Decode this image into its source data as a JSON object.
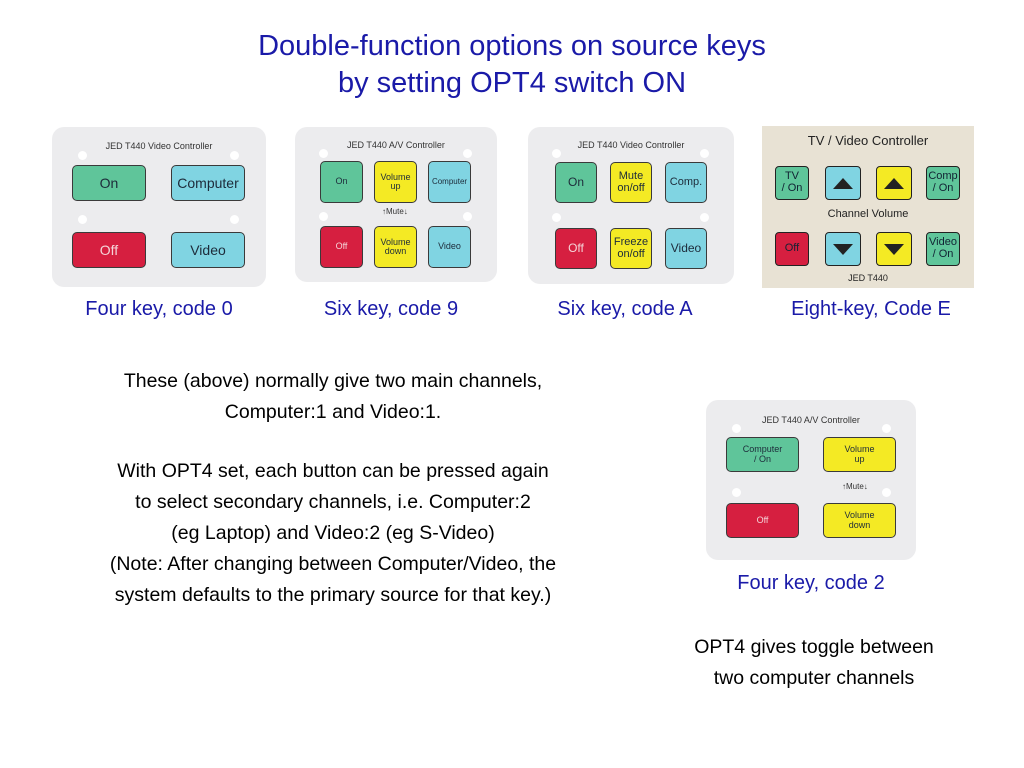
{
  "title": {
    "line1": "Double-function options on source keys",
    "line2": "by setting OPT4 switch ON"
  },
  "panels": {
    "p1": {
      "title": "JED T440 Video Controller",
      "keys": {
        "on": "On",
        "computer": "Computer",
        "off": "Off",
        "video": "Video"
      },
      "caption": "Four key, code 0"
    },
    "p2": {
      "title": "JED T440 A/V Controller",
      "keys": {
        "on": "On",
        "volume_up": "Volume\nup",
        "computer": "Computer",
        "off": "Off",
        "volume_down": "Volume\ndown",
        "video": "Video"
      },
      "mute": "Mute",
      "caption": "Six key, code 9"
    },
    "p3": {
      "title": "JED T440 Video Controller",
      "keys": {
        "on": "On",
        "mute": "Mute\non/off",
        "comp": "Comp.",
        "off": "Off",
        "freeze": "Freeze\non/off",
        "video": "Video"
      },
      "caption": "Six key, code A"
    },
    "p4": {
      "title": "TV / Video Controller",
      "keys": {
        "tv_on": "TV\n/ On",
        "comp_on": "Comp\n/ On",
        "off": "Off",
        "video_on": "Video\n/ On"
      },
      "channel_volume": "Channel Volume",
      "footer": "JED T440",
      "caption": "Eight-key, Code E"
    },
    "p5": {
      "title": "JED T440 A/V Controller",
      "keys": {
        "computer_on": "Computer\n/ On",
        "volume_up": "Volume\nup",
        "off": "Off",
        "volume_down": "Volume\ndown"
      },
      "mute": "Mute",
      "caption": "Four key, code 2"
    }
  },
  "body": {
    "line1": "These (above) normally give two main channels,",
    "line2": "Computer:1 and Video:1.",
    "line3": "With OPT4 set, each button can be pressed again",
    "line4": "to select secondary channels, i.e. Computer:2",
    "line5": "(eg Laptop) and Video:2 (eg S-Video)",
    "line6": "(Note: After changing between Computer/Video, the",
    "line7": "system defaults to the primary source for that key.)"
  },
  "right_note": {
    "line1": "OPT4 gives toggle between",
    "line2": "two computer channels"
  },
  "colors": {
    "title": "#1a1aa8",
    "green_key": "#5fc59a",
    "blue_key": "#80d4e2",
    "yellow_key": "#f4ea24",
    "red_key": "#d61f40"
  }
}
